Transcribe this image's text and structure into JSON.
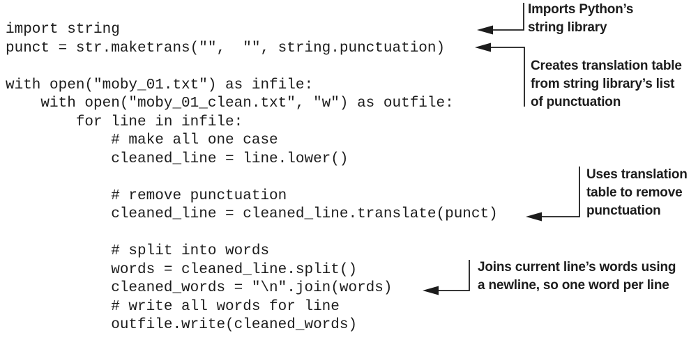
{
  "listing": {
    "language": "python",
    "code_lines": [
      "import string",
      "punct = str.maketrans(\"\",  \"\", string.punctuation)",
      "",
      "with open(\"moby_01.txt\") as infile:",
      "    with open(\"moby_01_clean.txt\", \"w\") as outfile:",
      "        for line in infile:",
      "            # make all one case",
      "            cleaned_line = line.lower()",
      "",
      "            # remove punctuation",
      "            cleaned_line = cleaned_line.translate(punct)",
      "",
      "            # split into words",
      "            words = cleaned_line.split()",
      "            cleaned_words = \"\\n\".join(words)",
      "            # write all words for line",
      "            outfile.write(cleaned_words)"
    ]
  },
  "annotations": [
    {
      "text": "Imports Python’s\nstring library"
    },
    {
      "text": "Creates translation table\nfrom string library’s list\nof punctuation"
    },
    {
      "text": "Uses translation\ntable to remove\npunctuation"
    },
    {
      "text": "Joins current line’s words using\na newline, so one word per line"
    }
  ],
  "colors": {
    "ink": "#1c1c1c",
    "background": "#ffffff"
  }
}
